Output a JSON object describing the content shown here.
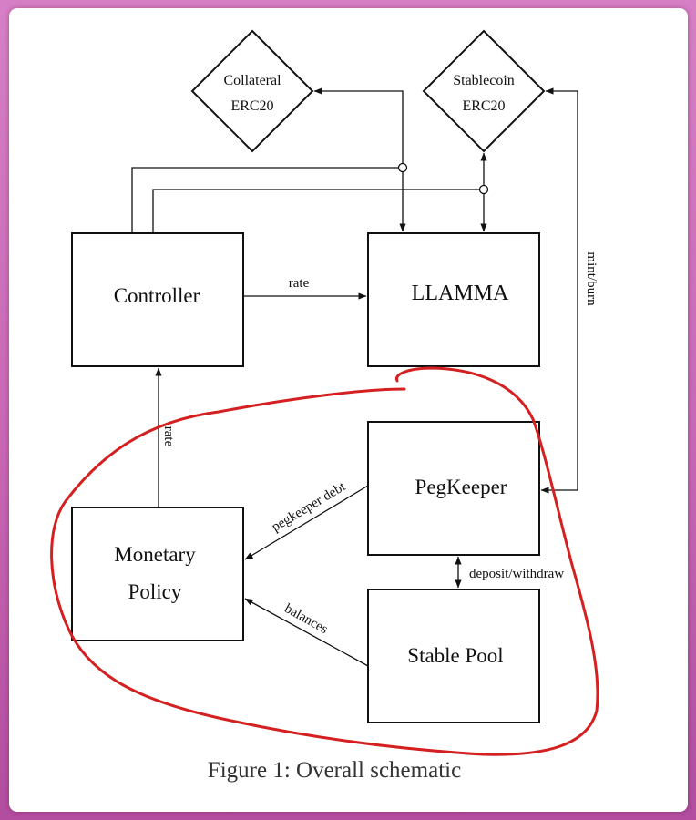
{
  "nodes": {
    "collateral": {
      "line1": "Collateral",
      "line2": "ERC20"
    },
    "stablecoin": {
      "line1": "Stablecoin",
      "line2": "ERC20"
    },
    "controller": {
      "label": "Controller"
    },
    "llamma": {
      "label": "LLAMMA"
    },
    "pegkeeper": {
      "label": "PegKeeper"
    },
    "monetary_policy": {
      "line1": "Monetary",
      "line2": "Policy"
    },
    "stable_pool": {
      "label": "Stable Pool"
    }
  },
  "edges": {
    "controller_to_llamma": "rate",
    "policy_to_controller": "rate",
    "mint_burn": "mint/burn",
    "pegkeeper_debt": "pegkeeper debt",
    "deposit_withdraw": "deposit/withdraw",
    "balances": "balances"
  },
  "caption": "Figure 1: Overall schematic",
  "annotation": {
    "color": "#d42020"
  },
  "colors": {
    "stroke": "#111111",
    "page_background": "#c866b5"
  }
}
